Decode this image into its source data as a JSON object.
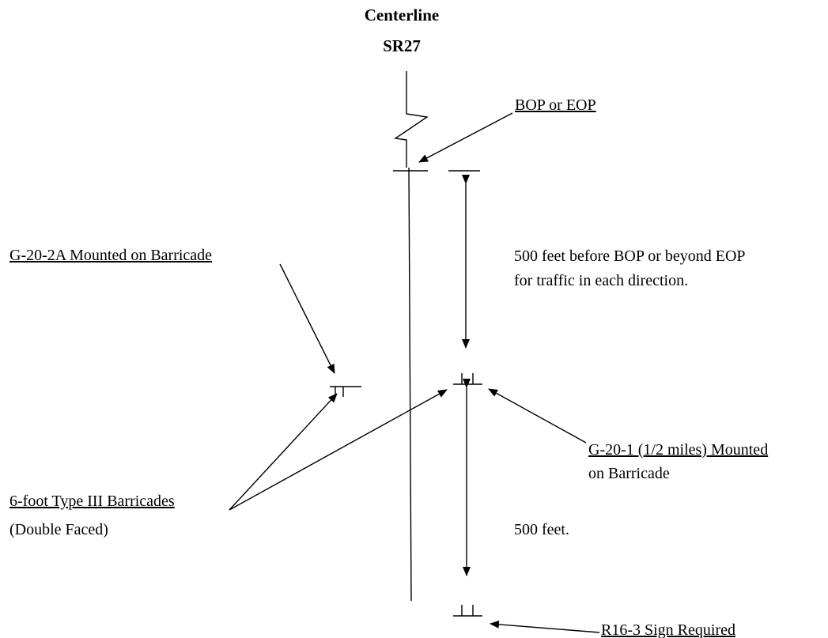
{
  "diagram": {
    "title_line1": "Centerline",
    "title_line2": "SR27",
    "labels": {
      "bop_eop": "BOP or EOP",
      "g20_2a": "G-20-2A Mounted on Barricade",
      "distance_500_line1": "500 feet before BOP or beyond EOP",
      "distance_500_line2": "for traffic in each direction.",
      "g20_1_line1": "G-20-1 (1/2 miles) Mounted",
      "g20_1_line2": "on Barricade",
      "barricades_line1": "6-foot Type III Barricades",
      "barricades_line2": "(Double Faced)",
      "distance_500b": "500 feet.",
      "r16_3": "R16-3 Sign Required"
    }
  }
}
